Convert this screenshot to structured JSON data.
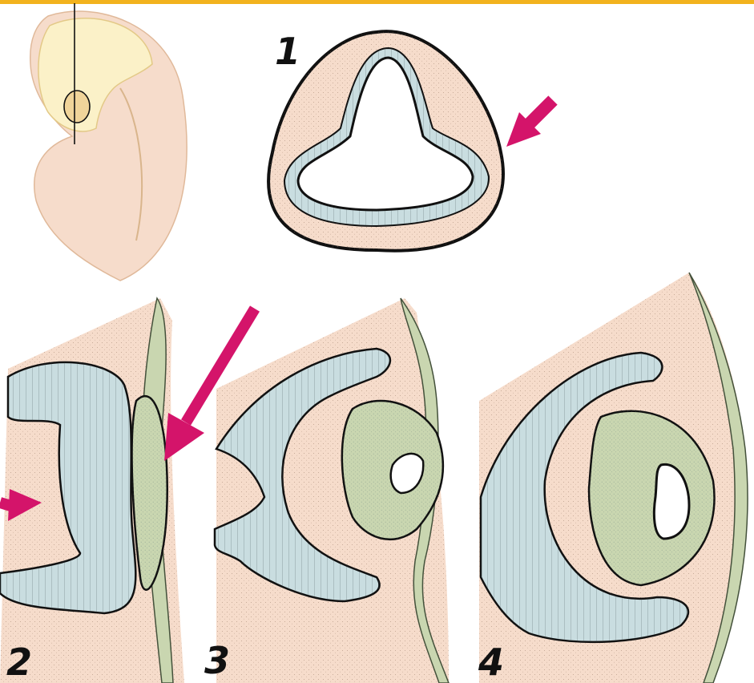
{
  "labels": {
    "stage1": "1",
    "stage2": "2",
    "stage3": "3",
    "stage4": "4"
  },
  "colors": {
    "top_rule": "#f2b21d",
    "mesenchyme": "#f6dccb",
    "neural_epithelium": "#c9dde0",
    "lens_epithelium": "#c9d6b0",
    "embryo_body": "#f9e6d2",
    "brain": "#fbf1c8",
    "arrow": "#d4146a",
    "outline": "#111111"
  },
  "icons": {
    "arrows": [
      "arrow-stage-1",
      "arrow-stage-2-left",
      "arrow-stage-2-right"
    ]
  }
}
